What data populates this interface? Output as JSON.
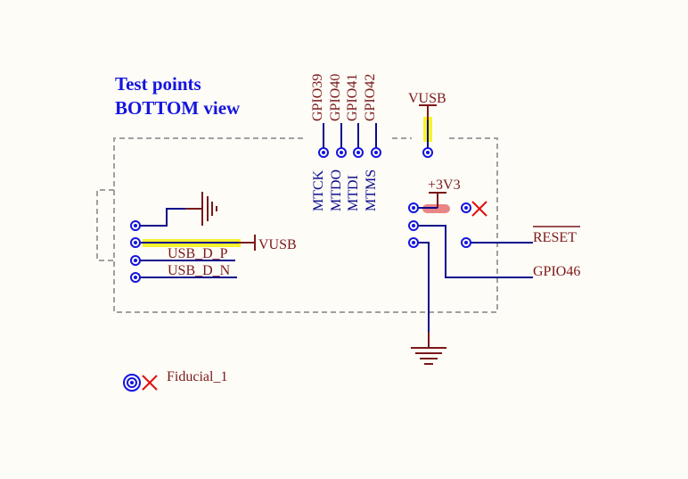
{
  "heading": {
    "line1": "Test points",
    "line2": "BOTTOM view"
  },
  "top_pins": [
    {
      "gpio": "GPIO39",
      "func": "MTCK"
    },
    {
      "gpio": "GPIO40",
      "func": "MTDO"
    },
    {
      "gpio": "GPIO41",
      "func": "MTDI"
    },
    {
      "gpio": "GPIO42",
      "func": "MTMS"
    }
  ],
  "power": {
    "vusb_top": "VUSB",
    "vusb_left": "VUSB",
    "v3v3": "+3V3"
  },
  "usb": {
    "dp": "USB_D_P",
    "dn": "USB_D_N"
  },
  "right_nets": {
    "reset": "RESET",
    "gpio46": "GPIO46"
  },
  "fiducial": "Fiducial_1",
  "colors": {
    "title": "#1414e0",
    "label": "#7a1818",
    "wire": "#0a0a8c",
    "pad": "#1414e0",
    "highlight_yellow": "#f2f20a",
    "highlight_red": "#e87878",
    "no_connect": "#e01010",
    "outline": "#a0a0a0",
    "background": "#fefcf7"
  }
}
